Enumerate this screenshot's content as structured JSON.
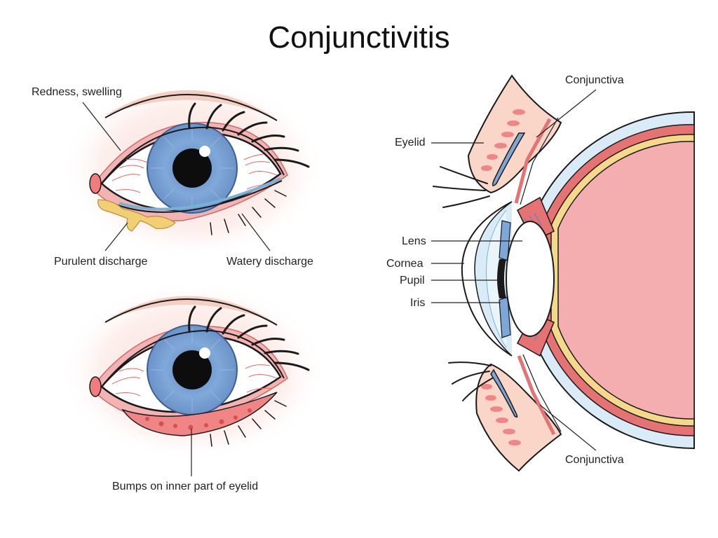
{
  "title": "Conjunctivitis",
  "labels": {
    "redness_swelling": "Redness, swelling",
    "purulent_discharge": "Purulent discharge",
    "watery_discharge": "Watery discharge",
    "bumps_eyelid": "Bumps on inner part of eyelid",
    "conjunctiva_top": "Conjunctiva",
    "eyelid": "Eyelid",
    "lens": "Lens",
    "cornea": "Cornea",
    "pupil": "Pupil",
    "iris": "Iris",
    "conjunctiva_bottom": "Conjunctiva"
  },
  "colors": {
    "iris": "#7ea6d6",
    "pupil": "#0d0d0d",
    "inflamed_pink": "#f2a7a7",
    "sclera_red_veins": "#e06a6a",
    "discharge_yellow": "#f2cf74",
    "eyeball_interior": "#f4aeb0",
    "conjunctiva_blue": "#d8ebf6",
    "muscle_red": "#e57373",
    "skin_peach": "#f9d6c8"
  }
}
